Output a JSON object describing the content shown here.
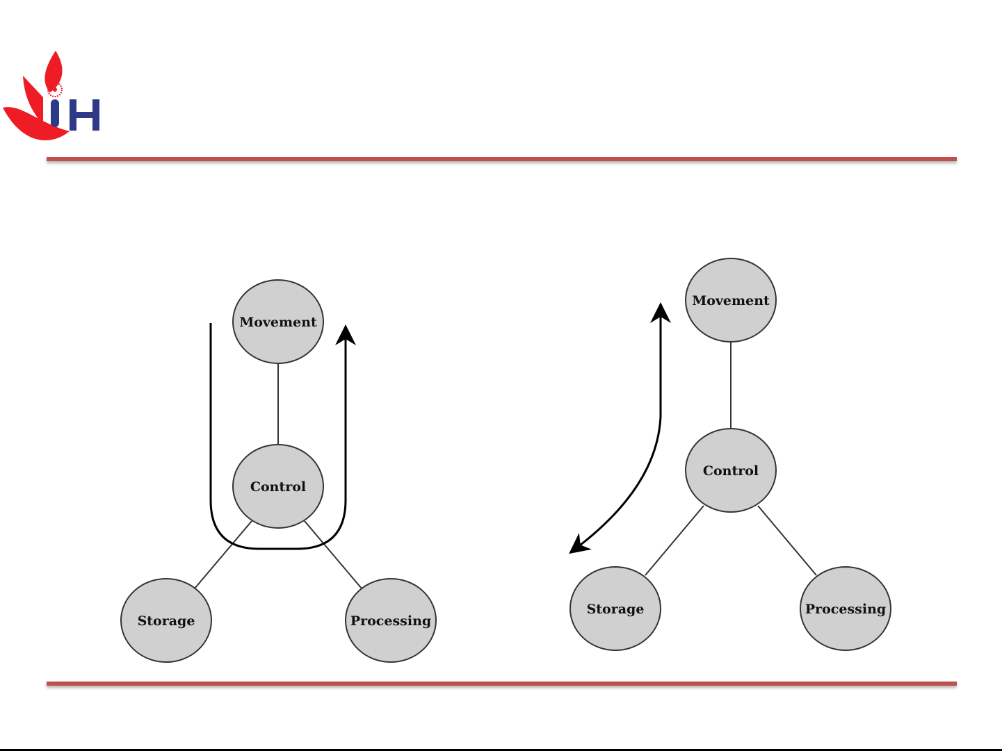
{
  "logo": {
    "text": "UIH",
    "colors": {
      "flame": "#ee1c25",
      "letters": "#2e3a87"
    }
  },
  "accent_color": "#c0504d",
  "diagrams": [
    {
      "nodes": {
        "top": "Movement",
        "center": "Control",
        "left": "Storage",
        "right": "Processing"
      }
    },
    {
      "nodes": {
        "top": "Movement",
        "center": "Control",
        "left": "Storage",
        "right": "Processing"
      }
    }
  ]
}
